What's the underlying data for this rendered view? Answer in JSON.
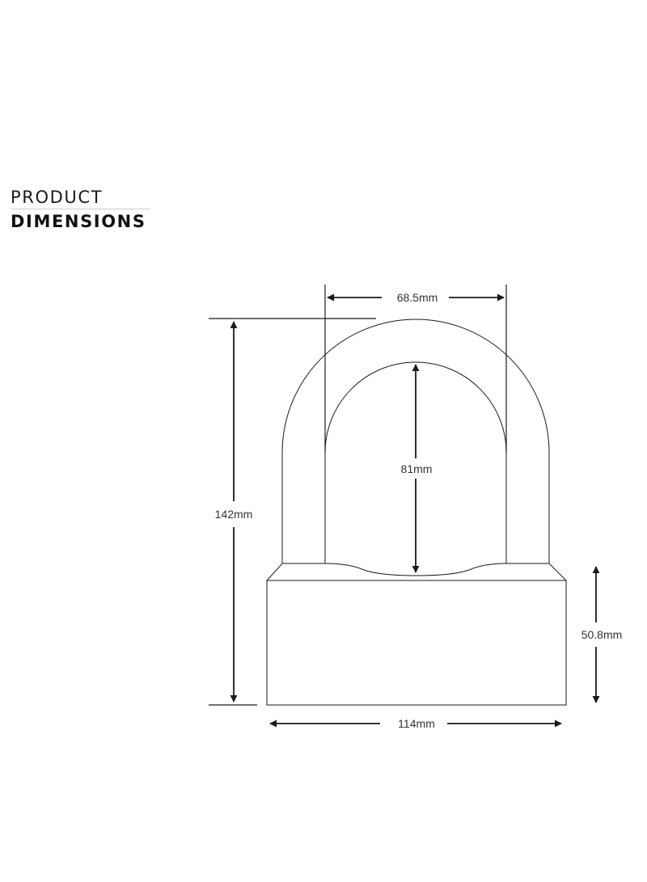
{
  "heading": {
    "line1": "PRODUCT",
    "line2": "DIMENSIONS"
  },
  "dimensions": {
    "shackle_width": "68.5mm",
    "total_height": "142mm",
    "shackle_clearance": "81mm",
    "body_height": "50.8mm",
    "body_width": "114mm"
  },
  "colors": {
    "line": "#1a1a1a",
    "text": "#333333",
    "background": "#ffffff"
  }
}
